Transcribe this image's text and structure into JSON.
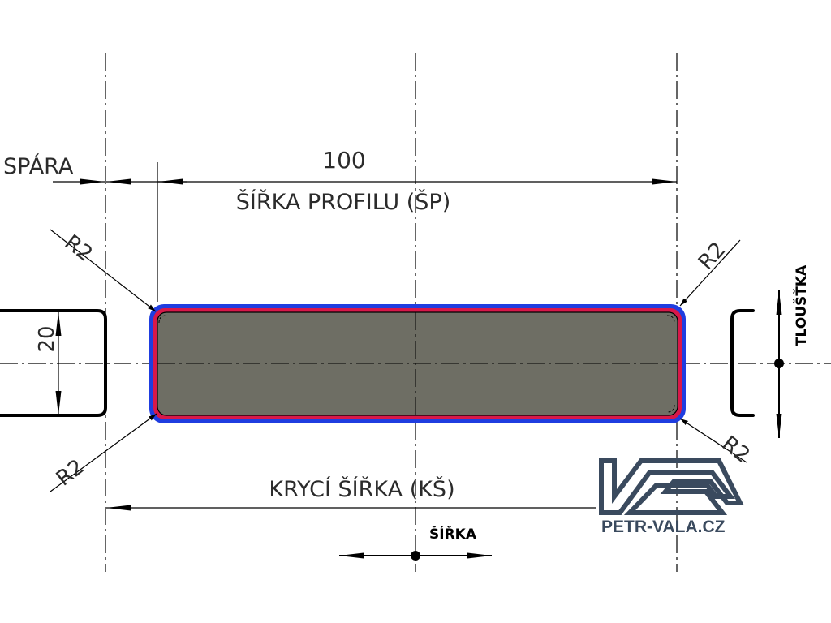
{
  "drawing": {
    "spara_label": "SPÁRA",
    "width_value": "100",
    "profile_width_label": "ŠÍŘKA  PROFILU  (ŠP)",
    "cover_width_label": "KRYCÍ  ŠÍŘKA  (KŠ)",
    "thickness_value": "20",
    "radius_top_left": "R2",
    "radius_top_right": "R2",
    "radius_bottom_left": "R2",
    "radius_bottom_right": "R2",
    "width_axis_label": "ŠÍŘKA",
    "thickness_axis_label": "TLOUŠŤKA"
  },
  "logo": {
    "text": "PETR-VALA.CZ",
    "mark_color": "#3a4a5e"
  },
  "colors": {
    "profile_fill": "#6e6e64",
    "outline_blue": "#1f3de0",
    "outline_red": "#d8184a",
    "line": "#000000"
  }
}
